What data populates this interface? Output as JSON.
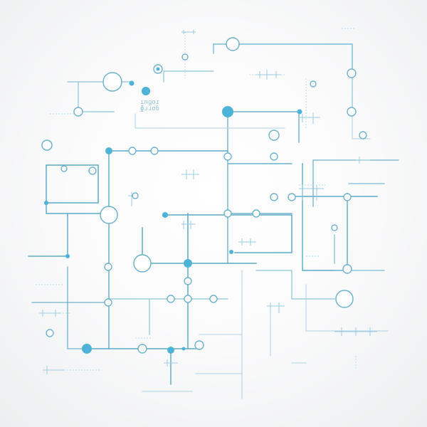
{
  "diagram": {
    "kind": "abstract-circuit-network",
    "colors": {
      "background": "#ffffff",
      "line": "#5aa9c7",
      "faint_line": "#a9d3e3",
      "node_fill": "#4fb3d9",
      "ring_stroke": "#6fb2cc"
    },
    "labels": [
      {
        "id": "label-top-a",
        "text": "ınɡoɾ"
      },
      {
        "id": "label-top-b",
        "text": "ɸɹɹɒɓ"
      }
    ]
  }
}
